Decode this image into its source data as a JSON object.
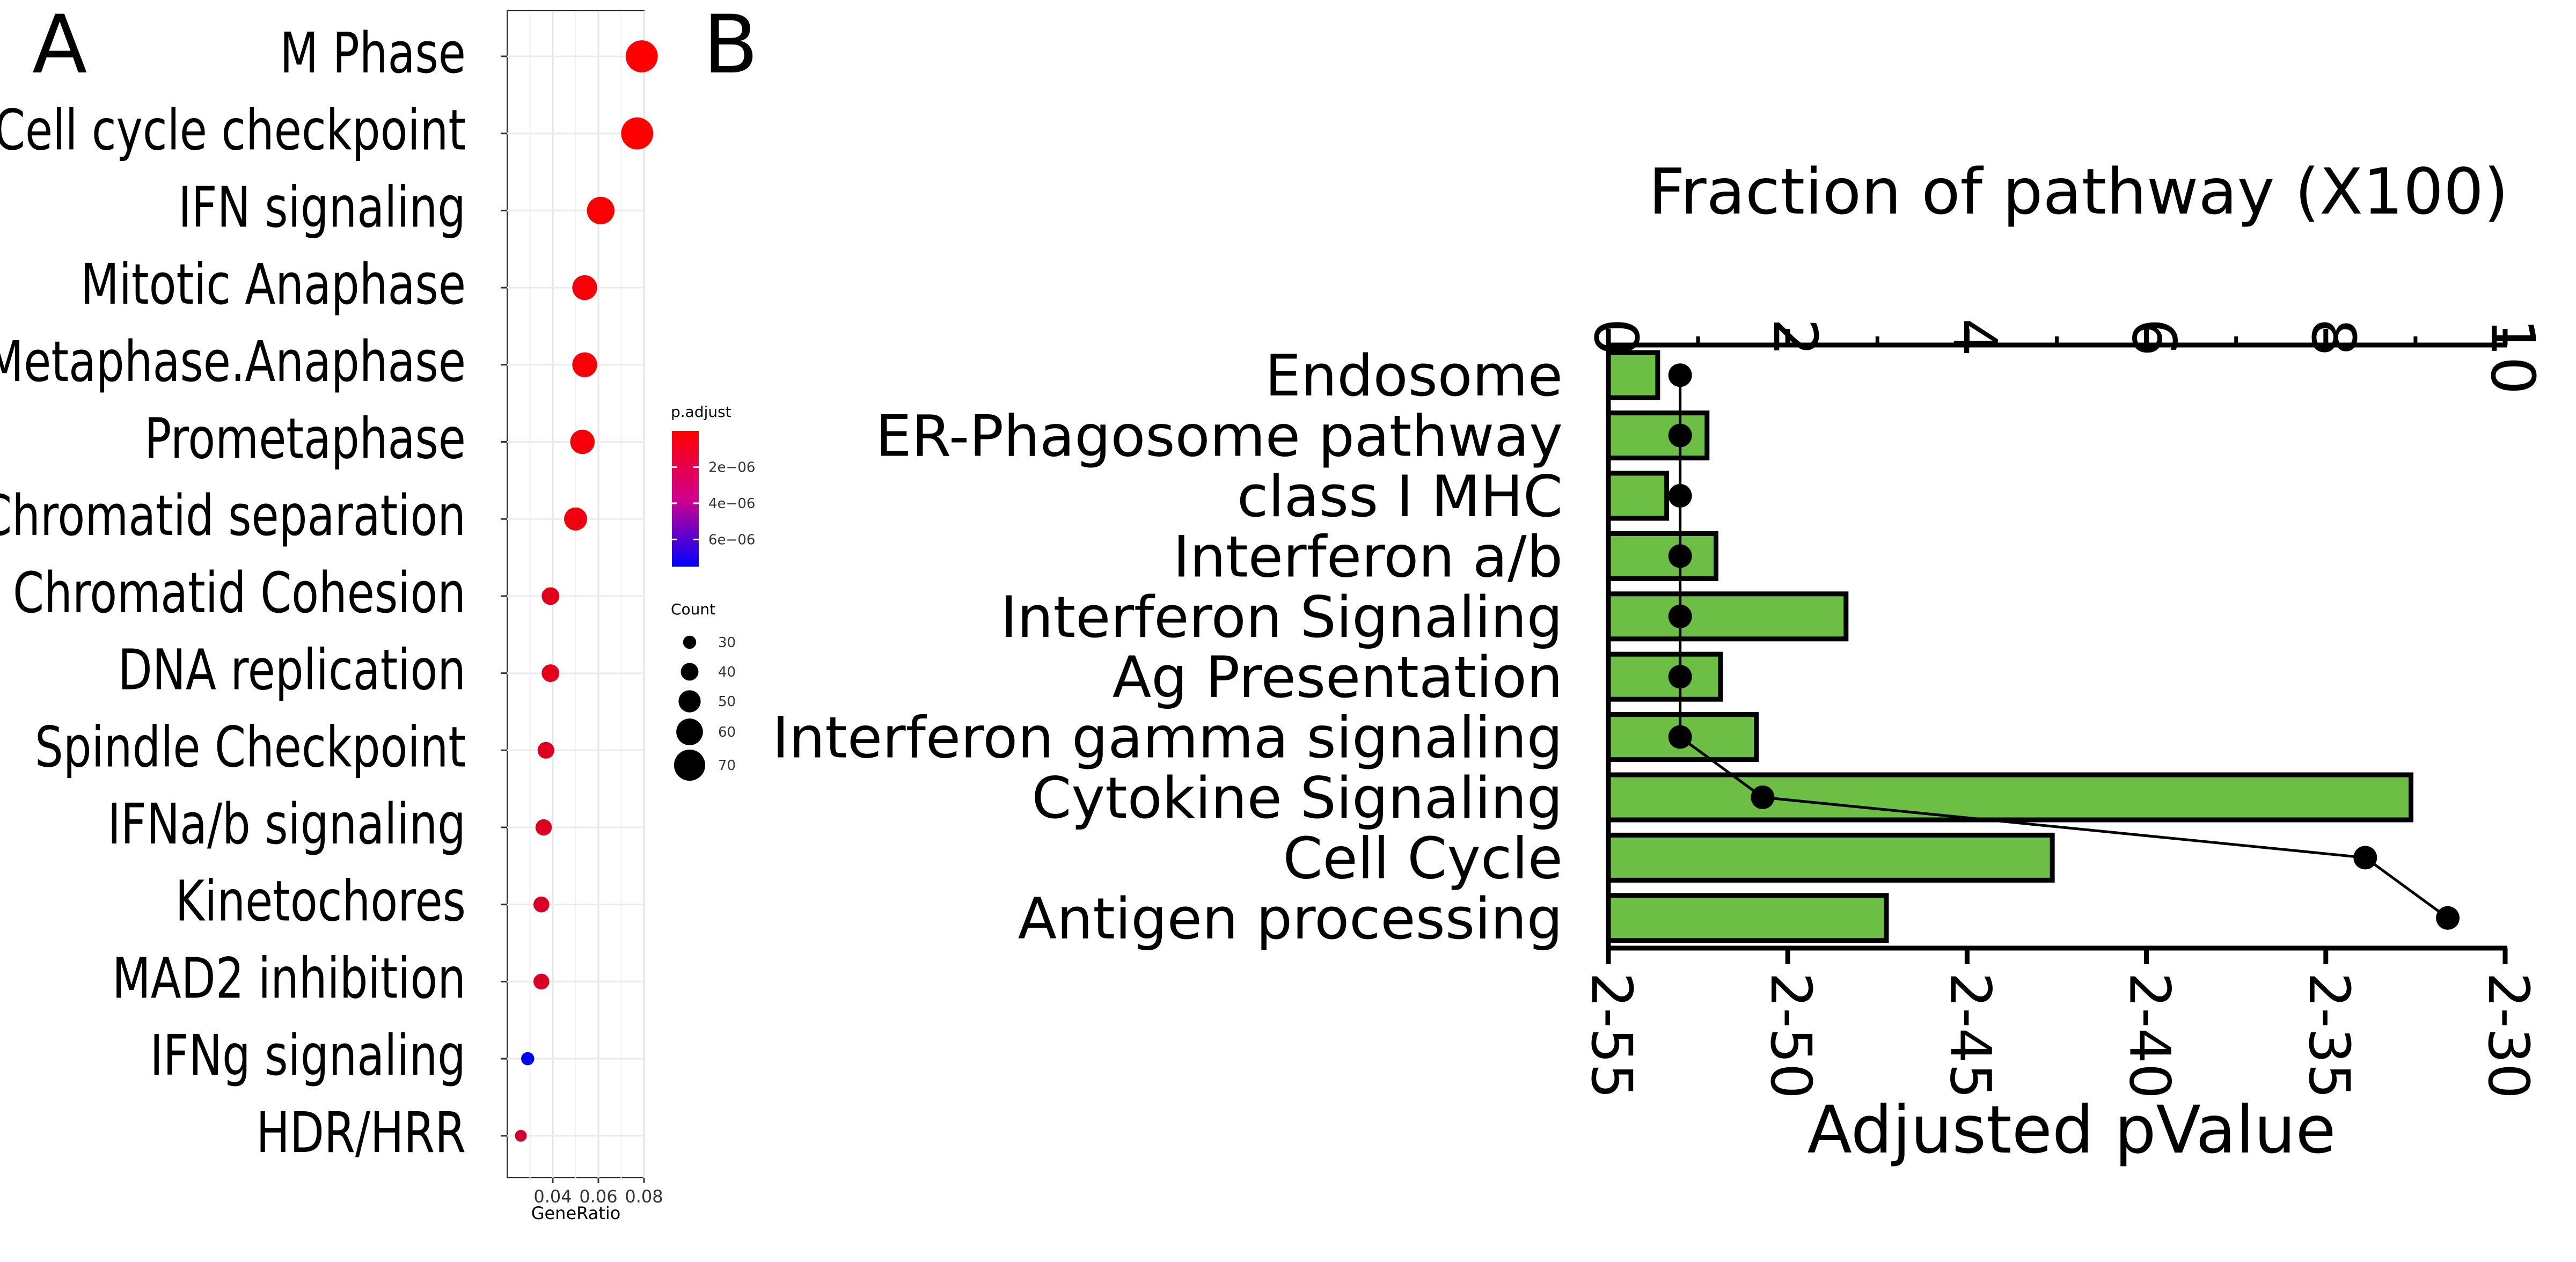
{
  "panels": {
    "a_letter": "A",
    "b_letter": "B"
  },
  "chart_data": [
    {
      "type": "scatter",
      "panel": "A",
      "title": "",
      "xlabel": "GeneRatio",
      "ylabel": "",
      "xlim": [
        0.02,
        0.08
      ],
      "xticks": [
        0.04,
        0.06,
        0.08
      ],
      "xtick_labels": [
        "0.04",
        "0.06",
        "0.08"
      ],
      "grid": true,
      "categories": [
        "M Phase",
        "Cell cycle checkpoint",
        "IFN signaling",
        "Mitotic Anaphase",
        "Metaphase.Anaphase",
        "Prometaphase",
        "Chromatid separation",
        "Chromatid Cohesion",
        "DNA replication",
        "Spindle Checkpoint",
        "IFNa/b signaling",
        "Kinetochores",
        "MAD2 inhibition",
        "IFNg signaling",
        "HDR/HRR"
      ],
      "gene_ratio": [
        0.079,
        0.077,
        0.061,
        0.054,
        0.054,
        0.053,
        0.05,
        0.039,
        0.039,
        0.037,
        0.036,
        0.035,
        0.035,
        0.029,
        0.026
      ],
      "count": [
        72,
        72,
        62,
        56,
        56,
        55,
        52,
        40,
        40,
        38,
        37,
        36,
        36,
        30,
        27
      ],
      "p_adjust": [
        1e-08,
        5e-09,
        1e-07,
        2e-07,
        2e-07,
        3e-07,
        4e-07,
        8e-07,
        8e-07,
        1e-06,
        1e-06,
        1.1e-06,
        1.1e-06,
        7.5e-06,
        1.5e-06
      ],
      "legend_color": {
        "title": "p.adjust",
        "ticks": [
          2e-06,
          4e-06,
          6e-06
        ],
        "tick_labels": [
          "2e−06",
          "4e−06",
          "6e−06"
        ],
        "range": [
          0,
          7.5e-06
        ],
        "low_color": "#ff0000",
        "high_color": "#0000ff"
      },
      "legend_size": {
        "title": "Count",
        "values": [
          30,
          40,
          50,
          60,
          70
        ],
        "labels": [
          "30",
          "40",
          "50",
          "60",
          "70"
        ]
      },
      "legend_placement": "right"
    },
    {
      "type": "bar",
      "panel": "B",
      "title": "",
      "categories": [
        "Endosome",
        "ER-Phagosome pathway",
        "class I MHC",
        "Interferon a/b",
        "Interferon Signaling",
        "Ag Presentation",
        "Interferon gamma signaling",
        "Cytokine Signaling",
        "Cell Cycle",
        "Antigen processing"
      ],
      "series": [
        {
          "type": "bar",
          "axis": "top",
          "values": [
            0.55,
            1.1,
            0.65,
            1.2,
            2.65,
            1.25,
            1.65,
            8.95,
            4.95,
            3.1
          ],
          "color": "#6cbe45"
        },
        {
          "type": "line",
          "axis": "bottom",
          "values": [
            -53,
            -53,
            -53,
            -53,
            -53,
            -53,
            -53,
            -50.7,
            -33.9,
            -31.6
          ],
          "color": "#000000"
        }
      ],
      "top_axis": {
        "label": "Fraction of pathway (X100)",
        "range": [
          0,
          10
        ],
        "ticks": [
          0,
          2,
          4,
          6,
          8,
          10
        ],
        "tick_labels": [
          "0",
          "2",
          "4",
          "6",
          "8",
          "10"
        ]
      },
      "bottom_axis": {
        "label": "Adjusted pValue",
        "scale": "log2",
        "range": [
          -55,
          -30
        ],
        "ticks": [
          -55,
          -50,
          -45,
          -40,
          -35,
          -30
        ],
        "tick_labels": [
          "2-55",
          "2-50",
          "2-45",
          "2-40",
          "2-35",
          "2-30"
        ]
      }
    }
  ]
}
